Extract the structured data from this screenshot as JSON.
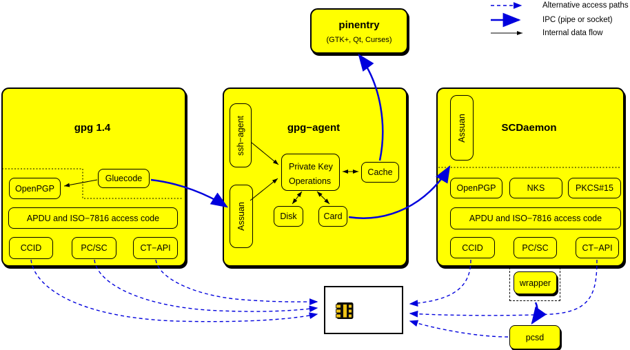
{
  "legend": {
    "alt_label": "Alternative access paths",
    "ipc_label": "IPC (pipe or socket)",
    "internal_label": "Internal data flow"
  },
  "pinentry": {
    "title": "pinentry",
    "subtitle": "(GTK+, Qt, Curses)"
  },
  "gpg14": {
    "title": "gpg 1.4",
    "openpgp": "OpenPGP",
    "gluecode": "Gluecode",
    "apdu": "APDU and ISO−7816 access code",
    "ccid": "CCID",
    "pcsc": "PC/SC",
    "ctapi": "CT−API"
  },
  "gpg_agent": {
    "title": "gpg−agent",
    "ssh_agent": "ssh−agent",
    "assuan": "Assuan",
    "pko1": "Private Key",
    "pko2": "Operations",
    "cache": "Cache",
    "disk": "Disk",
    "card": "Card"
  },
  "scdaemon": {
    "title": "SCDaemon",
    "assuan": "Assuan",
    "openpgp": "OpenPGP",
    "nks": "NKS",
    "pkcs15": "PKCS#15",
    "apdu": "APDU and ISO−7816 access code",
    "ccid": "CCID",
    "pcsc": "PC/SC",
    "ctapi": "CT−API"
  },
  "bottom": {
    "wrapper": "wrapper",
    "pcsd": "pcsd"
  },
  "colors": {
    "box_yellow": "#ffff00",
    "line_blue": "#0000dd",
    "chip_gold": "#f0c417"
  }
}
